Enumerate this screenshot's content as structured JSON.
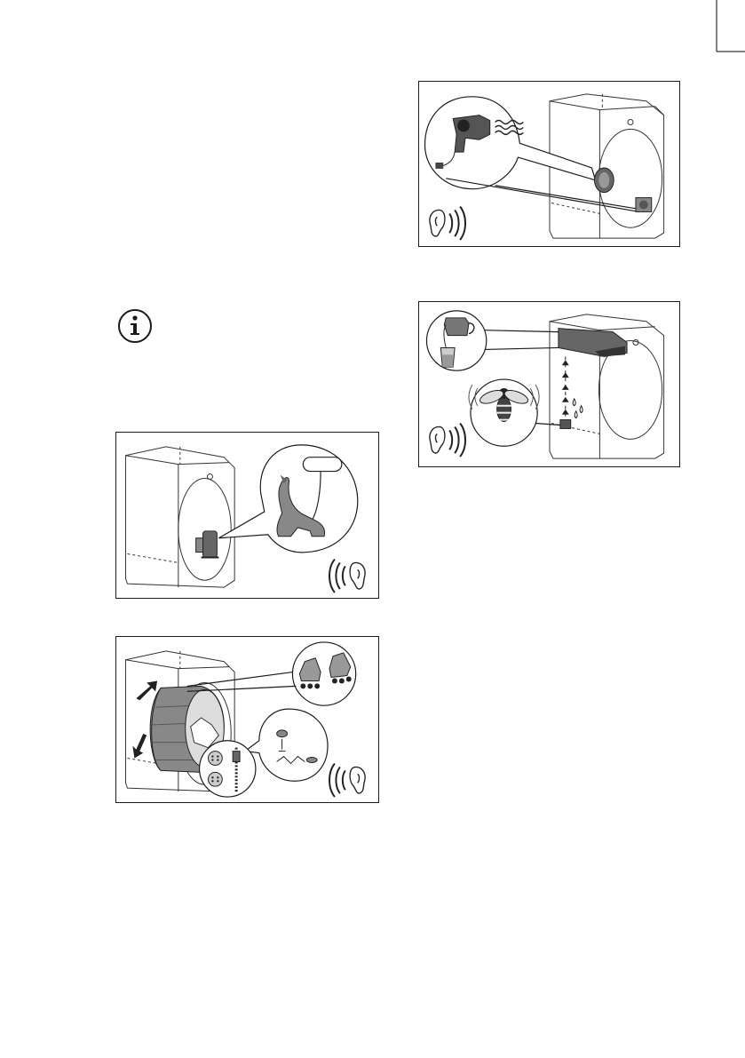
{
  "page": {
    "info_icon": "info-icon",
    "icons": {
      "ear": "ear-icon",
      "sound_waves": "sound-waves-icon"
    }
  },
  "illustrations": [
    {
      "id": "hairdryer",
      "icons": [
        "hair-dryer-icon",
        "fan-icon",
        "plug-icon",
        "ear-icon"
      ]
    },
    {
      "id": "water-pump",
      "icons": [
        "jug-icon",
        "glass-icon",
        "bee-icon",
        "water-drops-icon",
        "ear-icon"
      ]
    },
    {
      "id": "compressor",
      "icons": [
        "compressor-icon",
        "cat-icon",
        "speech-bubble-icon",
        "ear-icon"
      ]
    },
    {
      "id": "drum",
      "icons": [
        "drum-icon",
        "rotation-arrows-icon",
        "roller-skates-icon",
        "buttons-icon",
        "zipper-icon",
        "coin-icon",
        "ear-icon"
      ]
    }
  ]
}
